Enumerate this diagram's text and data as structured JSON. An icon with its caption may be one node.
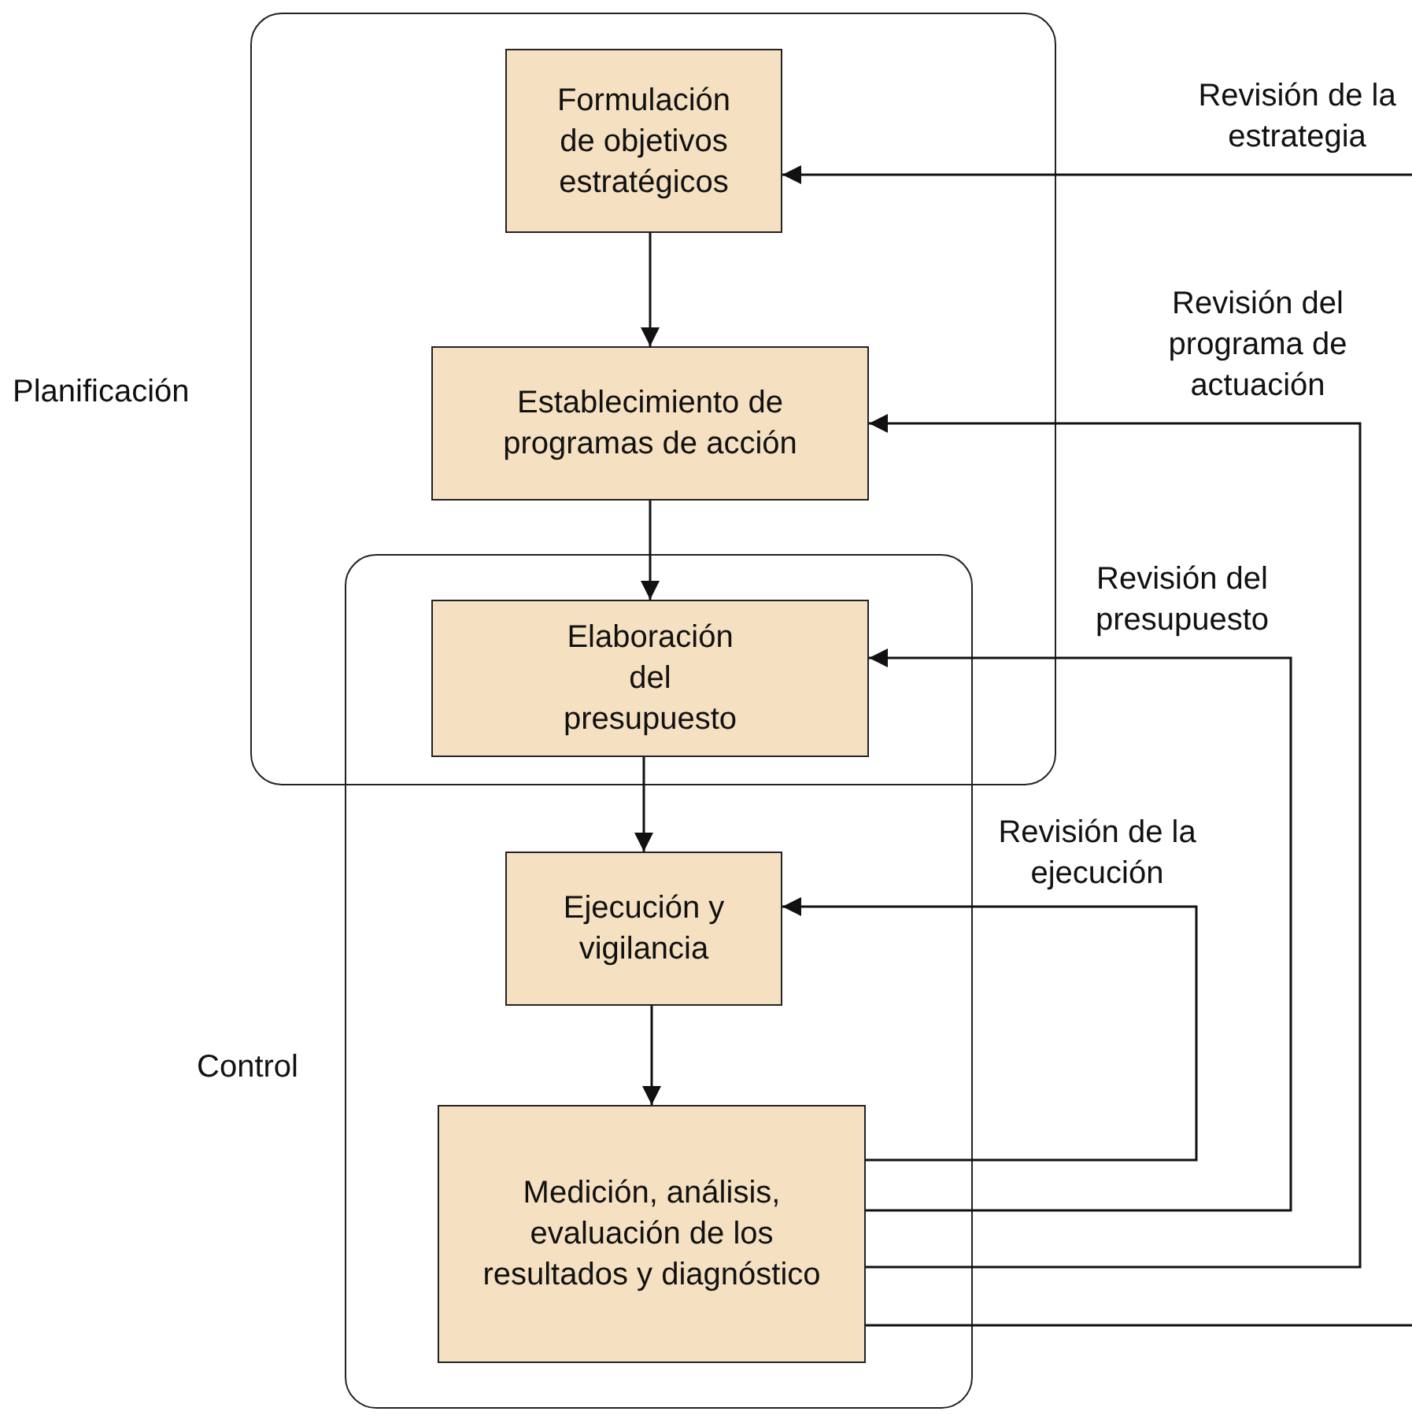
{
  "diagram": {
    "nodes": [
      {
        "text": [
          "Planificación"
        ]
      },
      {
        "text": [
          "Control"
        ]
      },
      {
        "text": [
          "Formulación de objetivos estratégicos"
        ],
        "in": 0
      },
      {
        "text": [
          "Establecimiento de programas de acción"
        ],
        "in": 0
      },
      {
        "text": [
          "Elaboración del presupuesto"
        ]
      },
      {
        "text": [
          "Ejecución y vigilancia"
        ],
        "in": 1
      },
      {
        "text": [
          "Medición, análisis, evaluación de los resultados y diagnóstico"
        ],
        "in": 1
      }
    ],
    "edges": [
      {
        "from": 2,
        "to": 3,
        "arrow": "to"
      },
      {
        "from": 3,
        "to": 4,
        "arrow": "to"
      },
      {
        "from": 4,
        "to": 5,
        "arrow": "to"
      },
      {
        "from": 5,
        "to": 6,
        "arrow": "to"
      },
      {
        "from": 6,
        "to": 5,
        "arrow": "to",
        "label": "Revisión de la ejecución"
      },
      {
        "from": 6,
        "to": 4,
        "arrow": "to",
        "label": "Revisión del presupuesto"
      },
      {
        "from": 6,
        "to": 3,
        "arrow": "to",
        "label": "Revisión del programa de actuación"
      },
      {
        "from": 6,
        "to": null,
        "arrow": "none"
      },
      {
        "from": null,
        "to": 2,
        "arrow": "to",
        "label": "Revisión de la estrategia"
      }
    ]
  }
}
